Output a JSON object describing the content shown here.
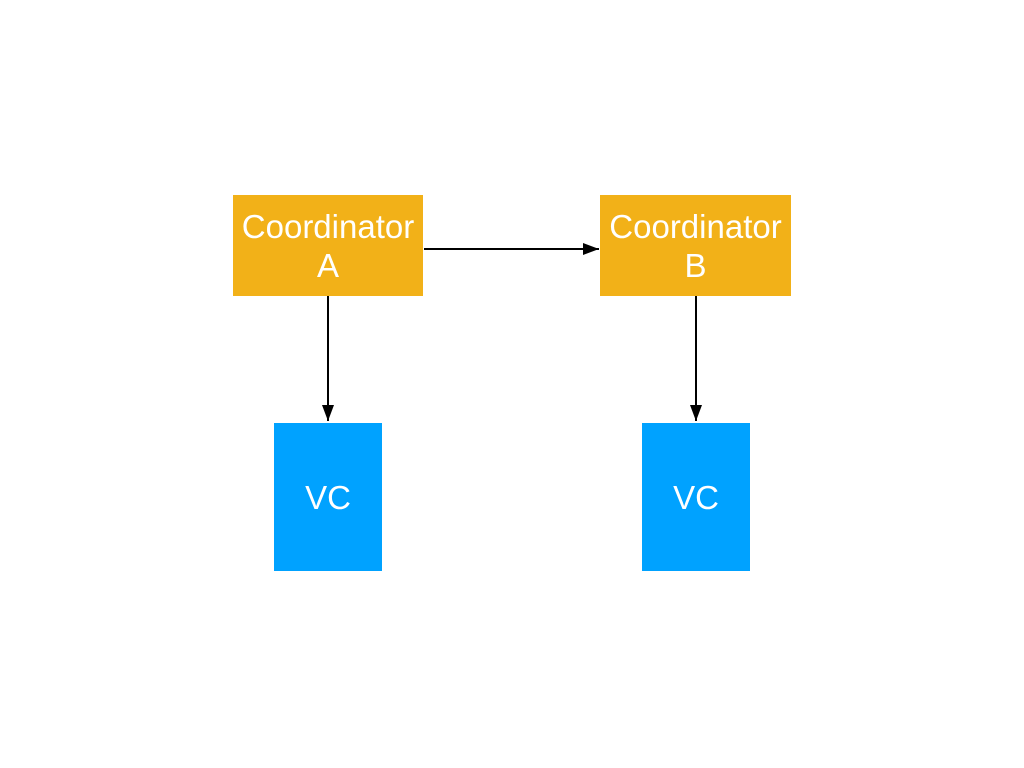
{
  "colors": {
    "coordinator_fill": "#F2B118",
    "vc_fill": "#00A2FF",
    "node_text": "#FFFFFF",
    "edge": "#000000",
    "background": "#FFFFFF"
  },
  "nodes": {
    "coordinator_a": {
      "line1": "Coordinator",
      "line2": "A"
    },
    "coordinator_b": {
      "line1": "Coordinator",
      "line2": "B"
    },
    "vc_left": {
      "label": "VC"
    },
    "vc_right": {
      "label": "VC"
    }
  },
  "edges": [
    {
      "from": "coordinator_a",
      "to": "coordinator_b",
      "direction": "right"
    },
    {
      "from": "coordinator_a",
      "to": "vc_left",
      "direction": "down"
    },
    {
      "from": "coordinator_b",
      "to": "vc_right",
      "direction": "down"
    }
  ]
}
